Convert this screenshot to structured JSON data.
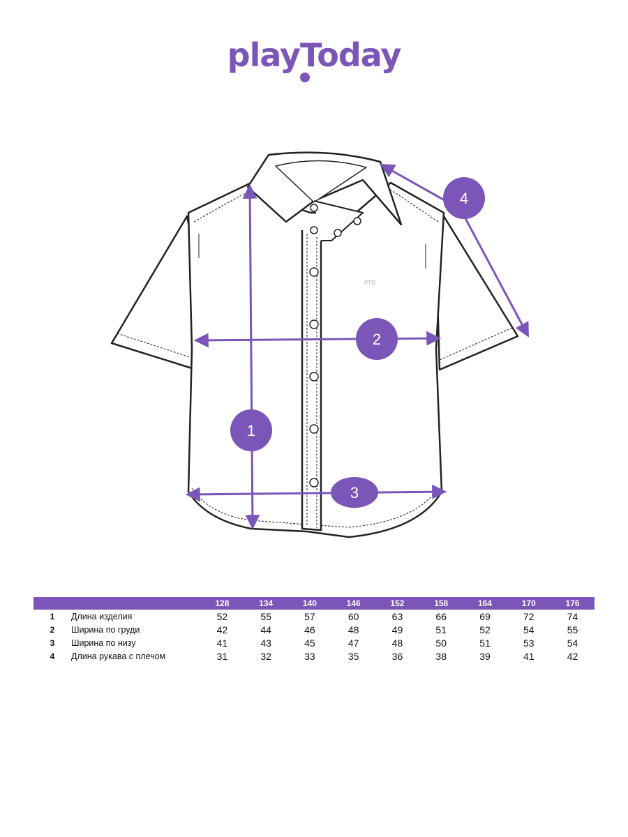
{
  "brand": {
    "logo_text": "playToday",
    "accent_color": "#7b55b8"
  },
  "diagram": {
    "badges": [
      "1",
      "2",
      "3",
      "4"
    ],
    "chest_logo_text": "PTD"
  },
  "table": {
    "sizes": [
      "128",
      "134",
      "140",
      "146",
      "152",
      "158",
      "164",
      "170",
      "176"
    ],
    "rows": [
      {
        "num": "1",
        "name": "Длина изделия",
        "values": [
          "52",
          "55",
          "57",
          "60",
          "63",
          "66",
          "69",
          "72",
          "74"
        ]
      },
      {
        "num": "2",
        "name": "Ширина по груди",
        "values": [
          "42",
          "44",
          "46",
          "48",
          "49",
          "51",
          "52",
          "54",
          "55"
        ]
      },
      {
        "num": "3",
        "name": "Ширина по низу",
        "values": [
          "41",
          "43",
          "45",
          "47",
          "48",
          "50",
          "51",
          "53",
          "54"
        ]
      },
      {
        "num": "4",
        "name": "Длина рукава с плечом",
        "values": [
          "31",
          "32",
          "33",
          "35",
          "36",
          "38",
          "39",
          "41",
          "42"
        ]
      }
    ]
  }
}
